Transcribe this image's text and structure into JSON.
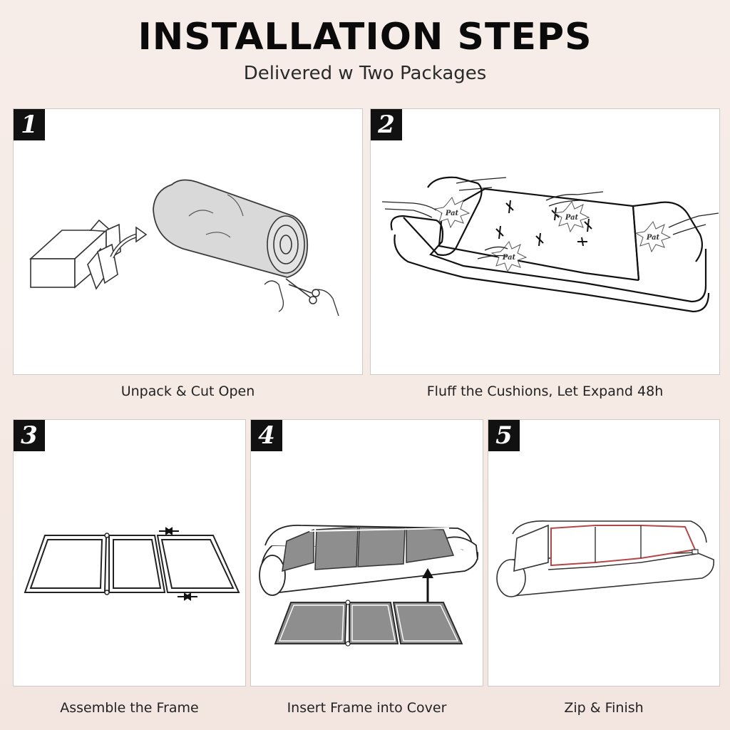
{
  "header": {
    "title": "INSTALLATION STEPS",
    "subtitle": "Delivered w Two Packages"
  },
  "steps": [
    {
      "number": "1",
      "caption": "Unpack & Cut Open"
    },
    {
      "number": "2",
      "caption": "Fluff the Cushions, Let Expand 48h"
    },
    {
      "number": "3",
      "caption": "Assemble the Frame"
    },
    {
      "number": "4",
      "caption": "Insert Frame into Cover"
    },
    {
      "number": "5",
      "caption": "Zip & Finish"
    }
  ],
  "illustration": {
    "pat_label": "Pat"
  }
}
